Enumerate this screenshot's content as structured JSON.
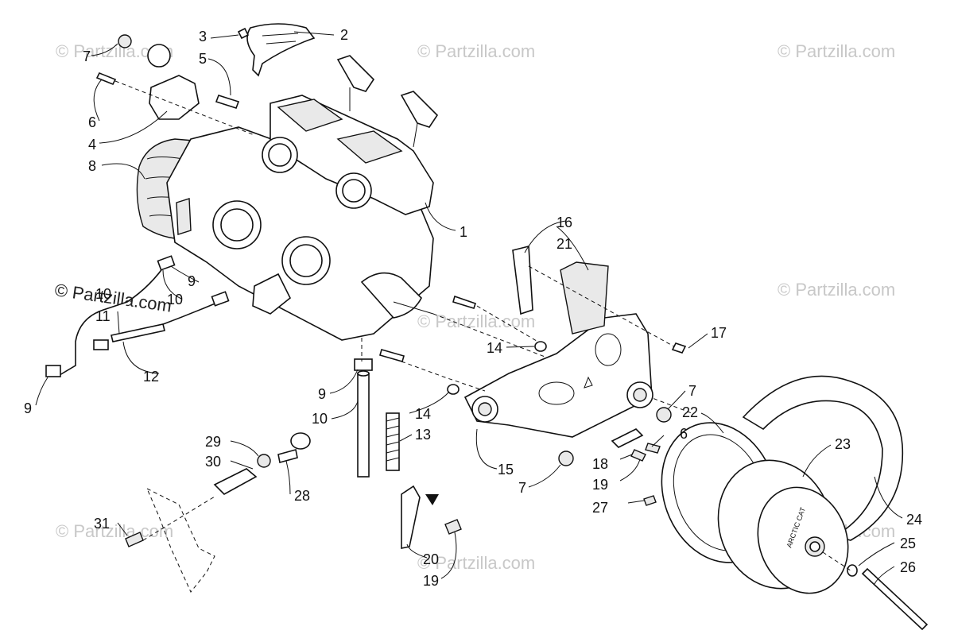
{
  "watermark": {
    "text": "© Partzilla.com",
    "dark_text": "© Partzilla.com"
  },
  "callouts": {
    "c1": "1",
    "c2": "2",
    "c3": "3",
    "c4": "4",
    "c5": "5",
    "c6": "6",
    "c7": "7",
    "c8": "8",
    "c9": "9",
    "c10": "10",
    "c11": "11",
    "c12": "12",
    "c13": "13",
    "c14": "14",
    "c15": "15",
    "c16": "16",
    "c17": "17",
    "c18": "18",
    "c19": "19",
    "c20": "20",
    "c21": "21",
    "c22": "22",
    "c23": "23",
    "c24": "24",
    "c25": "25",
    "c26": "26",
    "c27": "27",
    "c28": "28",
    "c29": "29",
    "c30": "30",
    "c31": "31"
  },
  "clutch_label": "ARCTIC CAT"
}
